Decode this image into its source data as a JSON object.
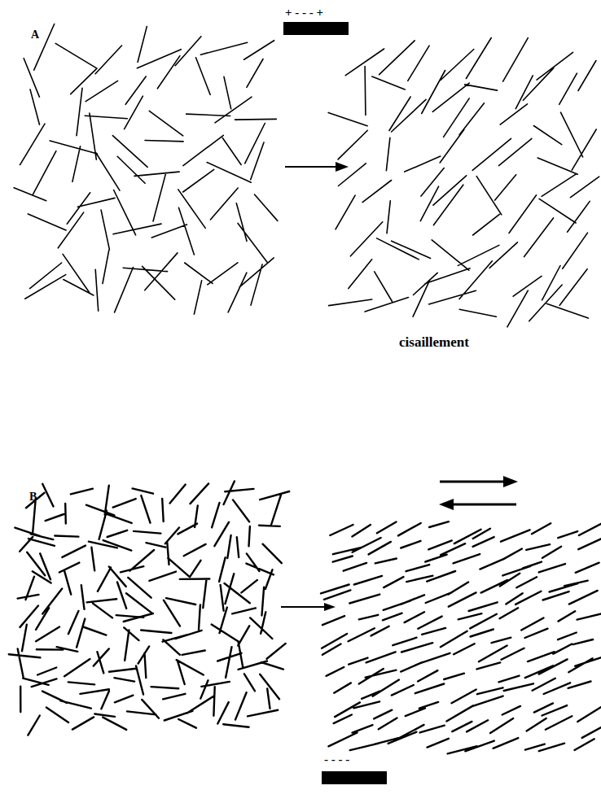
{
  "diagram": {
    "labels": [
      "A",
      "+ - - - +",
      "cisaillement",
      "B",
      "- - - -"
    ]
  }
}
